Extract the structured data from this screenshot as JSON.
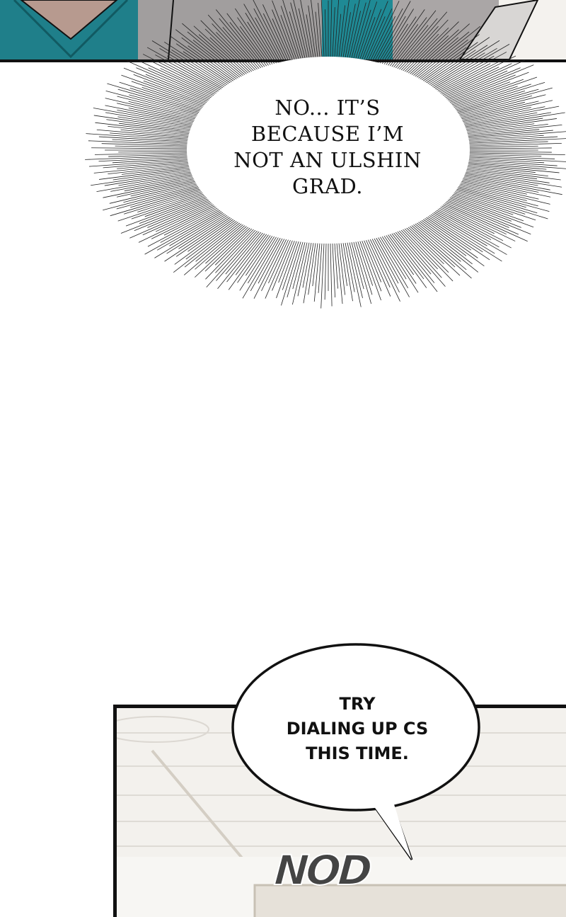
{
  "panels": [
    {
      "id": "top",
      "caption_style": "thought-burst",
      "text": "NO... IT’S BECAUSE I’M NOT AN ULSHIN GRAD.",
      "lines": [
        "NO... IT’S",
        "BECAUSE I’M",
        "NOT AN ULSHIN",
        "GRAD."
      ]
    },
    {
      "id": "bottom",
      "caption_style": "speech-bubble",
      "lines": [
        "TRY",
        "DIALING UP CS",
        "THIS TIME."
      ],
      "sound_effect": "NOD"
    }
  ],
  "colors": {
    "teal": "#1f7f8a",
    "gray": "#9d9a9a",
    "border": "#111111",
    "room": "#f3f1ed"
  }
}
